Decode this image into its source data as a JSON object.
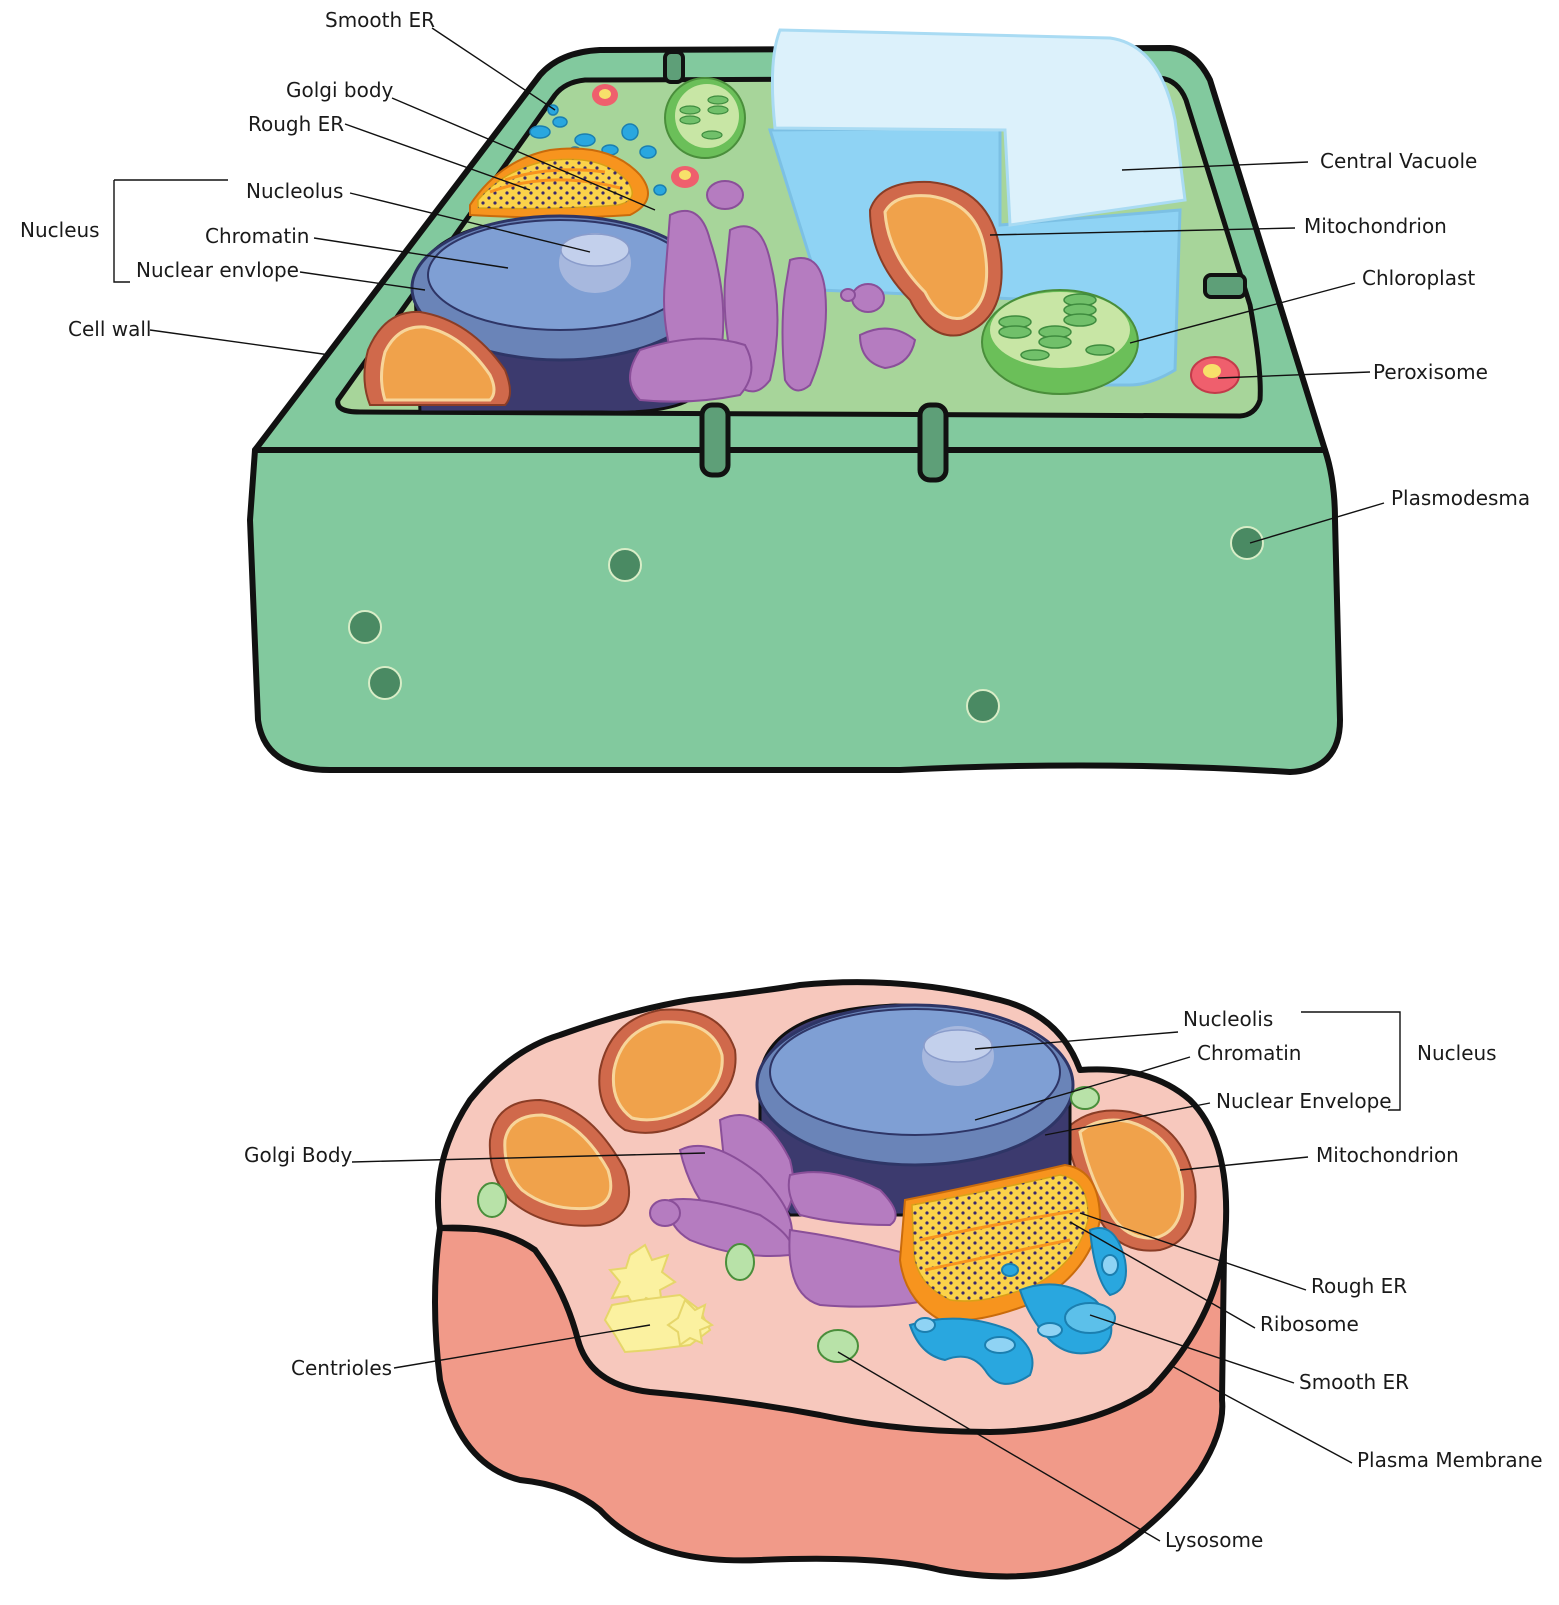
{
  "plant_cell": {
    "labels": {
      "smooth_er": "Smooth ER",
      "golgi_body": "Golgi body",
      "rough_er": "Rough ER",
      "nucleus": "Nucleus",
      "nucleolus": "Nucleolus",
      "chromatin": "Chromatin",
      "nuclear_envelope": "Nuclear envlope",
      "cell_wall": "Cell wall",
      "central_vacuole": "Central Vacuole",
      "mitochondrion": "Mitochondrion",
      "chloroplast": "Chloroplast",
      "peroxisome": "Peroxisome",
      "plasmodesma": "Plasmodesma"
    }
  },
  "animal_cell": {
    "labels": {
      "nucleolis": "Nucleolis",
      "chromatin": "Chromatin",
      "nucleus": "Nucleus",
      "nuclear_envelope": "Nuclear Envelope",
      "golgi_body": "Golgi Body",
      "mitochondrion": "Mitochondrion",
      "rough_er": "Rough ER",
      "ribosome": "Ribosome",
      "smooth_er": "Smooth ER",
      "centrioles": "Centrioles",
      "plasma_membrane": "Plasma Membrane",
      "lysosome": "Lysosome"
    }
  },
  "colors": {
    "cell_wall": "#82c99e",
    "cytoplasm_plant": "#a7d59a",
    "vacuole": "#8fd3f4",
    "nucleus_top": "#7f9fd4",
    "nucleus_side": "#3c3a6e",
    "golgi": "#b57cc0",
    "mitochondrion": "#d0694b",
    "chloroplast": "#6bbf59",
    "animal_top": "#f7c8bd",
    "animal_side": "#f19a89",
    "smooth_er": "#29a7df",
    "rough_er": "#f7941e"
  }
}
